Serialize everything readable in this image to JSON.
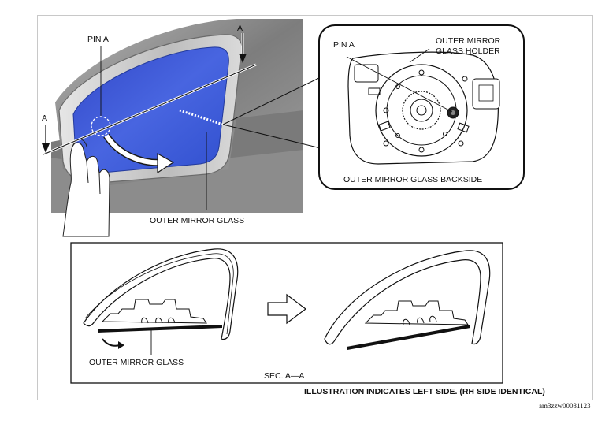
{
  "labels": {
    "pin_a_main": "PIN A",
    "arrow_a_top": "A",
    "arrow_a_left": "A",
    "outer_mirror_glass": "OUTER MIRROR GLASS",
    "detail_pin_a": "PIN A",
    "holder_line1": "OUTER MIRROR",
    "holder_line2": "GLASS HOLDER",
    "backside_caption": "OUTER MIRROR GLASS BACKSIDE",
    "section_glass": "OUTER MIRROR GLASS",
    "section_title": "SEC. A—A",
    "footer_note": "ILLUSTRATION INDICATES LEFT SIDE. (RH SIDE IDENTICAL)",
    "figure_code": "am3zzw00031123"
  },
  "colors": {
    "mirror_glass": "#3a55d6",
    "housing": "#8f8f8f",
    "border": "#c8c8c8"
  }
}
